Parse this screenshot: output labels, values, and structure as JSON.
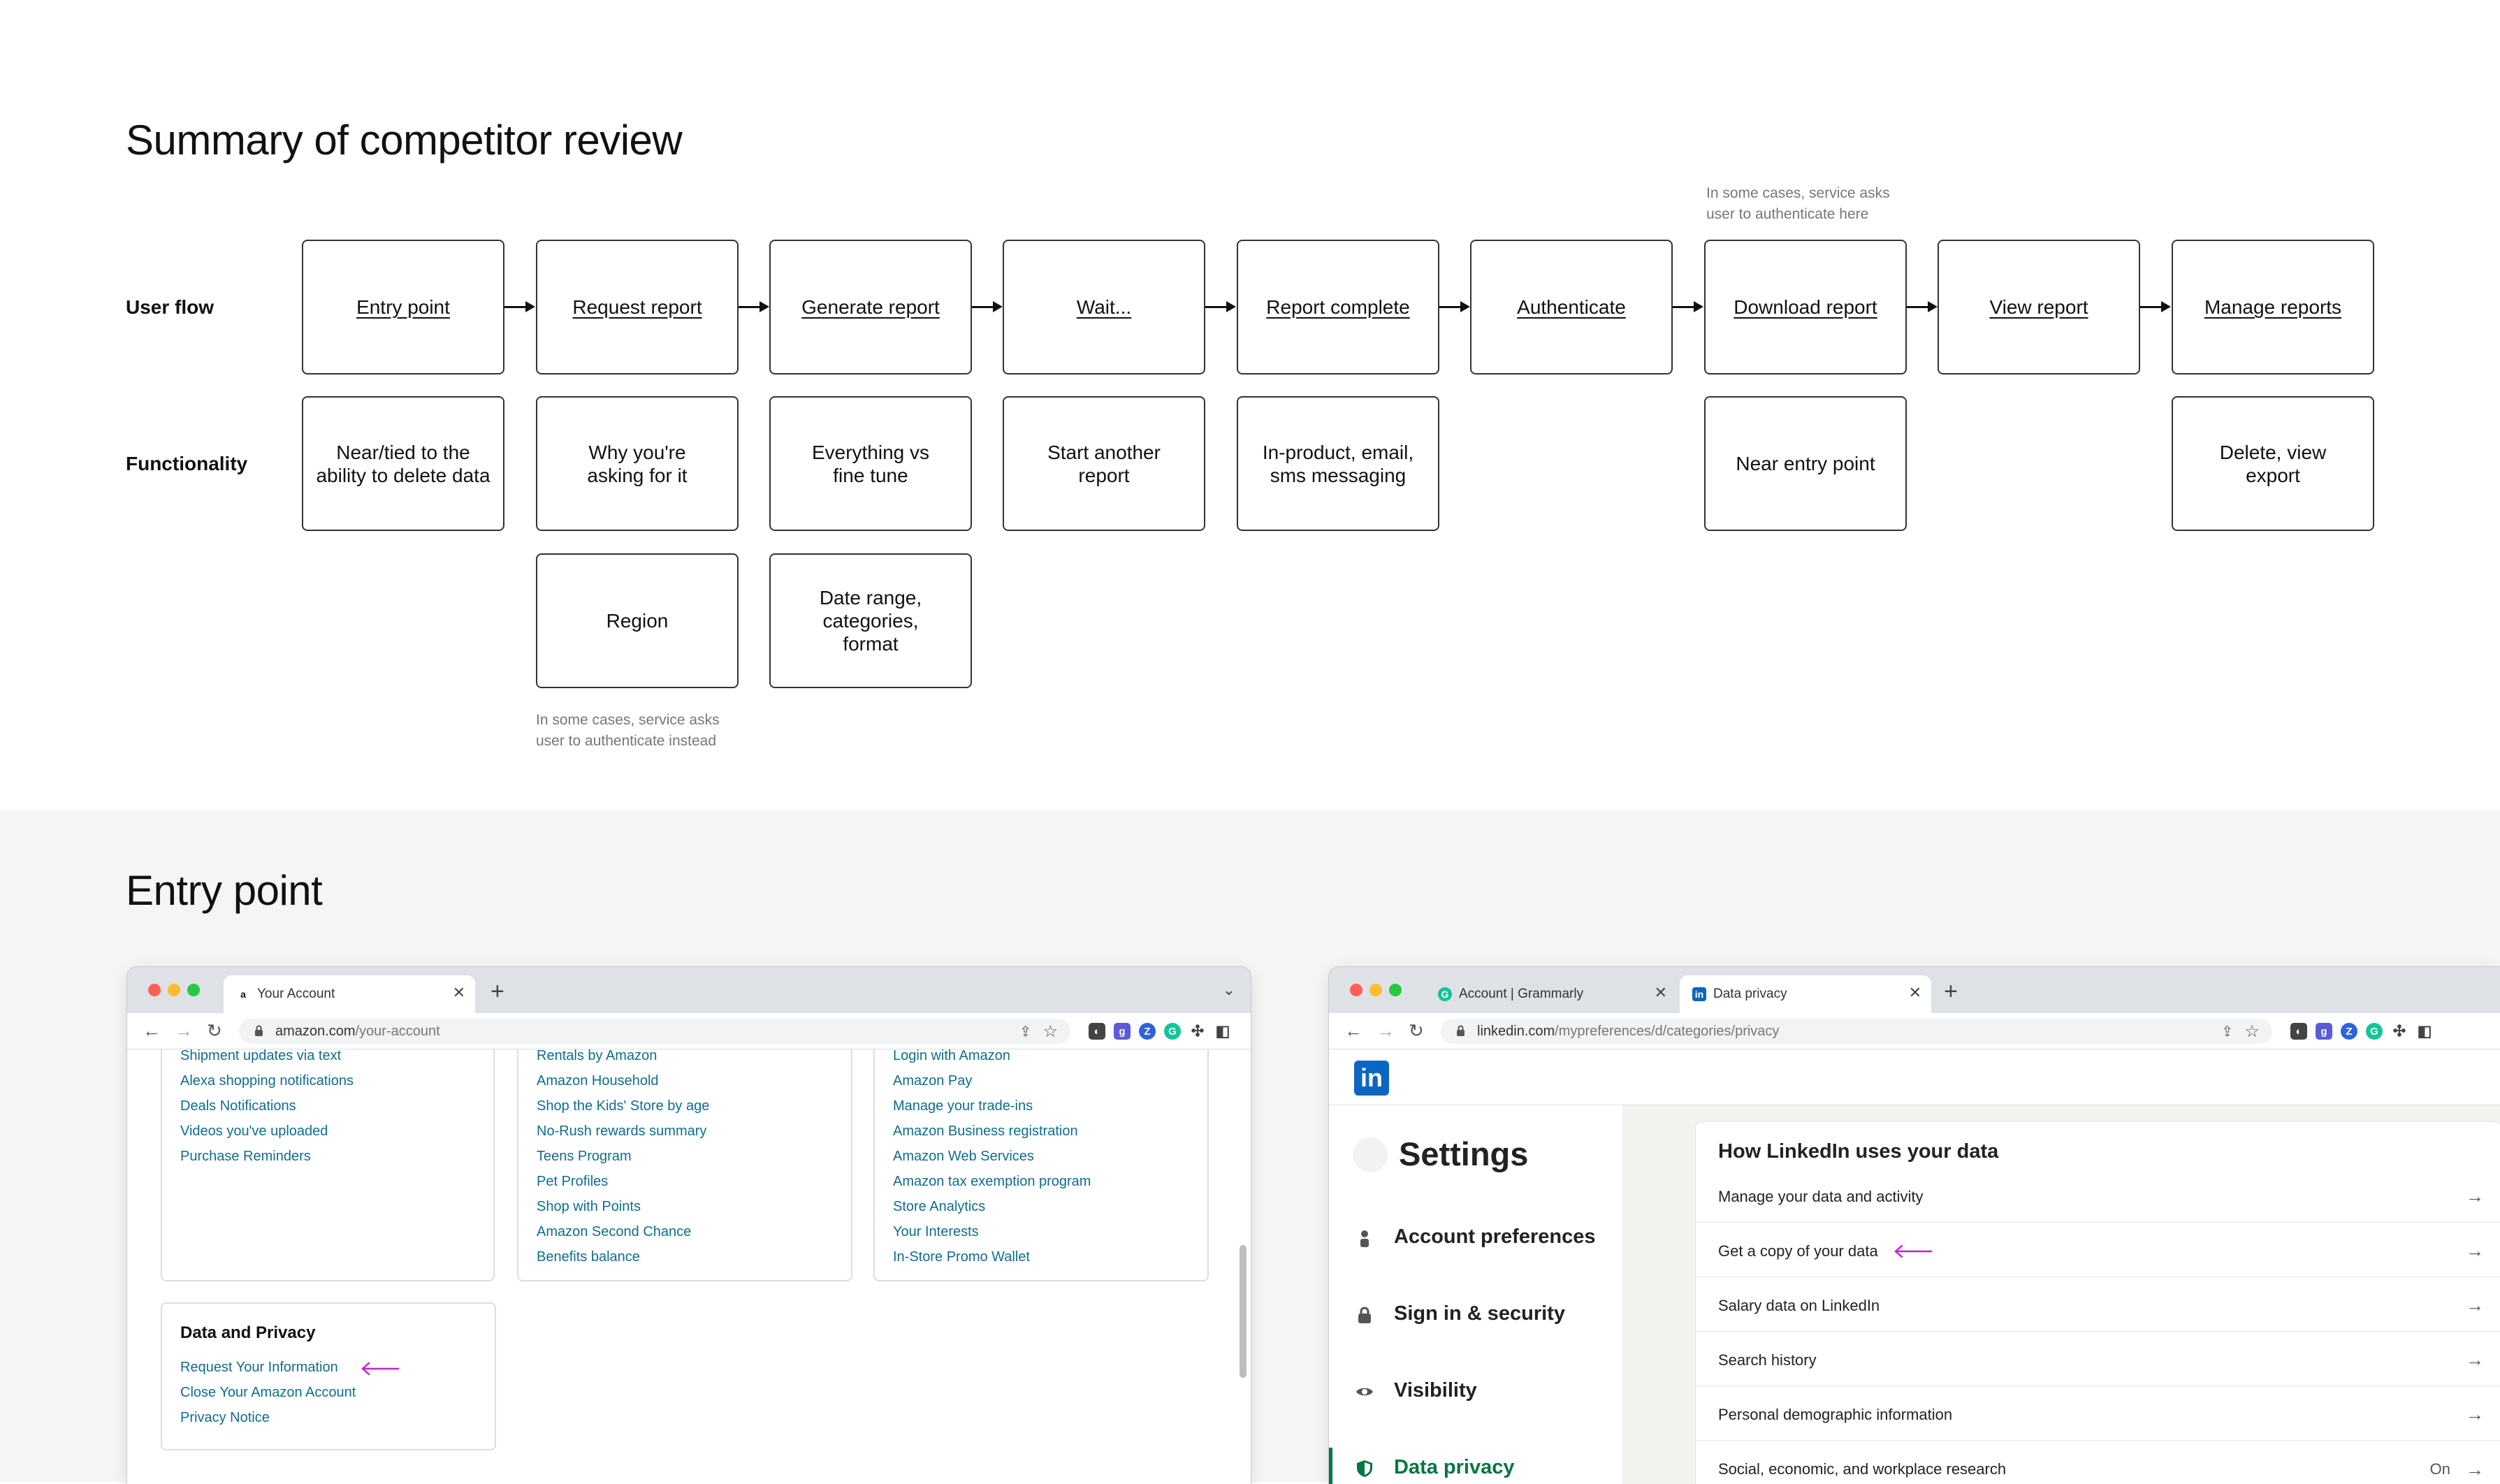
{
  "summary": {
    "title": "Summary of competitor review",
    "row_labels": {
      "flow": "User flow",
      "functionality": "Functionality"
    },
    "flow_steps": [
      "Entry point",
      "Request report",
      "Generate report",
      "Wait...",
      "Report complete",
      "Authenticate",
      "Download report",
      "View report",
      "Manage reports"
    ],
    "functionality_row1": {
      "entry": "Near/tied to the ability to delete data",
      "request": "Why you're asking for it",
      "generate": "Everything vs fine tune",
      "wait": "Start another report",
      "complete": "In-product, email, sms messaging",
      "download": "Near entry point",
      "manage": "Delete, view export"
    },
    "functionality_row2": {
      "request": "Region",
      "generate": "Date range, categories, format"
    },
    "notes": {
      "download": "In some cases, service asks user to authenticate here",
      "request": "In some cases, service asks user to authenticate instead"
    }
  },
  "entry_point": {
    "title": "Entry point",
    "amazon_window": {
      "tab_title": "Your Account",
      "url_host": "amazon.com",
      "url_path": "/your-account",
      "col1_links": [
        "Shipment updates via text",
        "Alexa shopping notifications",
        "Deals Notifications",
        "Videos you've uploaded",
        "Purchase Reminders"
      ],
      "col2_links": [
        "Rentals by Amazon",
        "Amazon Household",
        "Shop the Kids' Store by age",
        "No-Rush rewards summary",
        "Teens Program",
        "Pet Profiles",
        "Shop with Points",
        "Amazon Second Chance",
        "Benefits balance"
      ],
      "col3_links": [
        "Login with Amazon",
        "Amazon Pay",
        "Manage your trade-ins",
        "Amazon Business registration",
        "Amazon Web Services",
        "Amazon tax exemption program",
        "Store Analytics",
        "Your Interests",
        "In-Store Promo Wallet"
      ],
      "privacy_title": "Data and Privacy",
      "privacy_links": [
        "Request Your Information",
        "Close Your Amazon Account",
        "Privacy Notice"
      ]
    },
    "linkedin_window": {
      "tab1_title": "Account | Grammarly",
      "tab2_title": "Data privacy",
      "url_host": "linkedin.com",
      "url_path": "/mypreferences/d/categories/privacy",
      "logo_text": "in",
      "settings_title": "Settings",
      "side_items": [
        "Account preferences",
        "Sign in & security",
        "Visibility",
        "Data privacy"
      ],
      "section_title": "How LinkedIn uses your data",
      "items": [
        "Manage your data and activity",
        "Get a copy of your data",
        "Salary data on LinkedIn",
        "Search history",
        "Personal demographic information",
        "Social, economic, and workplace research"
      ],
      "last_item_status": "On"
    }
  },
  "colors": {
    "highlight_arrow": "#c026d3",
    "amazon_link": "#0f6d8f",
    "linkedin_blue": "#0a66c2",
    "linkedin_green": "#057642"
  }
}
